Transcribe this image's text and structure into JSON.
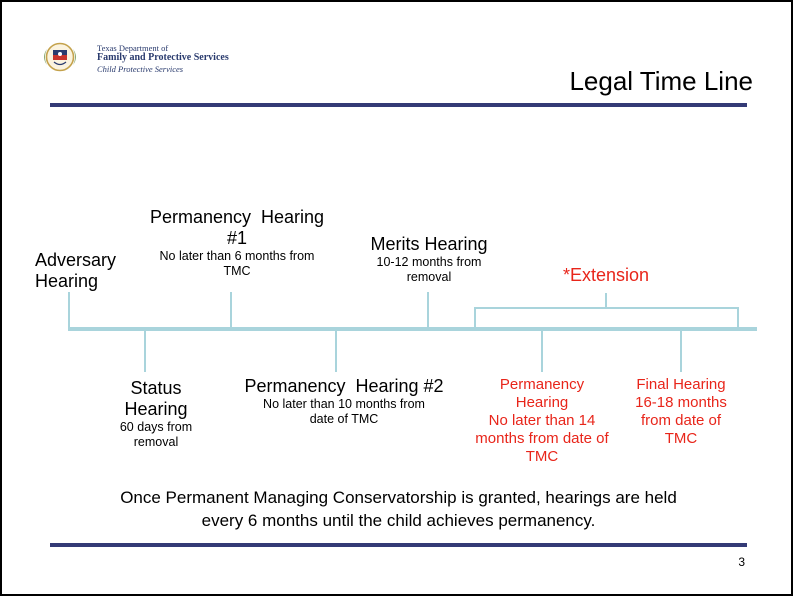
{
  "logo": {
    "line1": "Texas Department of",
    "line2": "Family and Protective Services",
    "line3": "Child Protective Services",
    "emblem_text": "DFPS"
  },
  "title": "Legal Time Line",
  "timeline": {
    "axis_color": "#a9d4dc",
    "above": [
      {
        "id": "adversary",
        "heading": [
          "Adversary",
          "Hearing"
        ],
        "detail": []
      },
      {
        "id": "permanency1",
        "heading": [
          "Permanency  Hearing",
          "#1"
        ],
        "detail": [
          "No later than 6 months from",
          "TMC"
        ]
      },
      {
        "id": "merits",
        "heading": [
          "Merits Hearing"
        ],
        "detail": [
          "10-12 months from",
          "removal"
        ]
      }
    ],
    "below": [
      {
        "id": "status",
        "heading": [
          "Status",
          "Hearing"
        ],
        "detail": [
          "60 days from",
          "removal"
        ]
      },
      {
        "id": "permanency2",
        "heading": [
          "Permanency  Hearing #2"
        ],
        "detail": [
          "No later than 10 months from",
          "date of TMC"
        ]
      }
    ],
    "extension": {
      "label": "*Extension",
      "color": "#e8251a",
      "events": [
        {
          "id": "permanency3",
          "lines": [
            "Permanency",
            "Hearing",
            "No later than 14",
            "months from date of",
            "TMC"
          ]
        },
        {
          "id": "final",
          "lines": [
            "Final Hearing",
            "16-18 months",
            "from date of",
            "TMC"
          ]
        }
      ]
    }
  },
  "footnote": [
    "Once Permanent Managing Conservatorship is granted, hearings are held",
    "every 6 months until the child achieves permanency."
  ],
  "page_number": "3"
}
